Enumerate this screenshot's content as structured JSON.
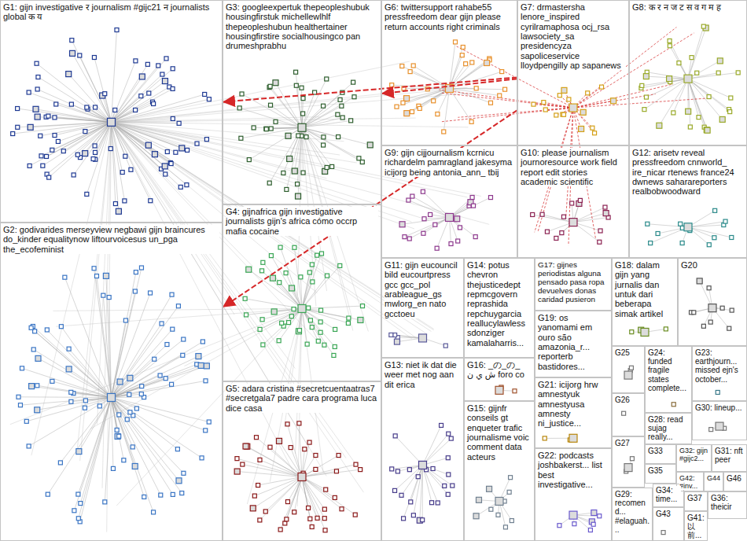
{
  "diagram": {
    "nodes": [
      {
        "text": [
          "G1: gijn investigative र journalism #gijc21 न journalists global क य"
        ]
      },
      {
        "text": [
          "G3: googleexpertuk thepeopleshubuk housingfirstuk michellewlhlf thepeopleshubun healthertainer housingfirstire socialhousingco pan drumeshprabhu"
        ]
      },
      {
        "text": [
          "G6: twittersupport rahabe55 pressfreedom dear gijn please return accounts right criminals"
        ]
      },
      {
        "text": [
          "G7: drmastersha lenore_inspired cyrilramaphosa ocj_rsa lawsociety_sa presidencyza sapoliceservice lloydpengilly ap sapanews"
        ]
      },
      {
        "text": [
          "G8: क र न ज ट स व ग म ह"
        ]
      },
      {
        "text": [
          "G9: gijn cijjournalism kcrnicu richardelm pamragland jakesyma icijorg being antonia_ann_ tbij"
        ]
      },
      {
        "text": [
          "G10: please journalism journoresource work field report edit stories academic scientific"
        ]
      },
      {
        "text": [
          "G12: arisetv reveal pressfreedom cnnworld_ ire_nicar rtenews france24 dwnews saharareporters realbobwoodward"
        ]
      },
      {
        "text": [
          "G4: gijnafrica gijn investigative journalists gijn's africa cómo occrp mafia cocaine"
        ]
      },
      {
        "text": [
          "G11: gijn eucouncil bild eucourtpress gcc gcc_pol arableague_gs mwlorg_en nato gcctoeu"
        ]
      },
      {
        "text": [
          "G14: potus chevron thejusticedept repmcgovern reprashida repchuygarcia reallucylawless sdonziger kamalaharris..."
        ]
      },
      {
        "text": [
          "G17: gijnes periodistas alguna pensado pasa ropa devuelves donas caridad pusieron"
        ]
      },
      {
        "text": [
          "G18: dalam gijn yang jurnalis dan untuk dari beberapa simak artikel"
        ]
      },
      {
        "text": [
          "G20"
        ]
      },
      {
        "text": [
          "G19: os yanomami em ouro são amazonia_r... reporterb bastidores..."
        ]
      },
      {
        "text": [
          "G25"
        ]
      },
      {
        "text": [
          "G24: funded fragile states complete..."
        ]
      },
      {
        "text": [
          "G23: earthjourn... missed ejn's october..."
        ]
      },
      {
        "text": [
          "G2: godivarides merseyview negbawi gijn braincures do_kinder equalitynow liftourvoicesus un_pga the_ecofeminist"
        ]
      },
      {
        "text": [
          "G5: adara cristina #secretcuentaatras7 #secretgala7 padre cara programa luca dice casa"
        ]
      },
      {
        "text": [
          "G13: niet ik dat die weer met nog aan dit erica"
        ]
      },
      {
        "text": [
          "G16: _の_の_ ش ي ن foro co"
        ]
      },
      {
        "text": [
          "G15: gijnfr conseils gt enqueter trafic journalisme voic comment data acteurs"
        ]
      },
      {
        "text": [
          "G21: icijorg hrw amnestyuk amnestyusa amnesty ni_justice..."
        ]
      },
      {
        "text": [
          "G22: podcasts joshbakerst... list best investigative..."
        ]
      },
      {
        "text": [
          "G26"
        ]
      },
      {
        "text": [
          "G30: lineup..."
        ]
      },
      {
        "text": [
          "G28: read sujag really..."
        ]
      },
      {
        "text": [
          "G27"
        ]
      },
      {
        "text": [
          "G33"
        ]
      },
      {
        "text": [
          "G32: gijn #gijc2..."
        ]
      },
      {
        "text": [
          "G31: nft peer"
        ]
      },
      {
        "text": [
          "G35"
        ]
      },
      {
        "text": [
          "G42: #inv..."
        ]
      },
      {
        "text": [
          "G44"
        ]
      },
      {
        "text": [
          "G46"
        ]
      },
      {
        "text": [
          "G29: recomend... #elaguah..."
        ]
      },
      {
        "text": [
          "G34: time..."
        ]
      },
      {
        "text": [
          "G37"
        ]
      },
      {
        "text": [
          "G36: theicir"
        ]
      },
      {
        "text": [
          "G43"
        ]
      },
      {
        "text": [
          "G41: 以 前..."
        ]
      }
    ],
    "edges": [
      {
        "from": 3,
        "to": 0,
        "arrow": "to"
      },
      {
        "from": 3,
        "to": 18,
        "arrow": "to"
      },
      {
        "from": 3,
        "to": 1,
        "arrow": "to"
      }
    ]
  }
}
